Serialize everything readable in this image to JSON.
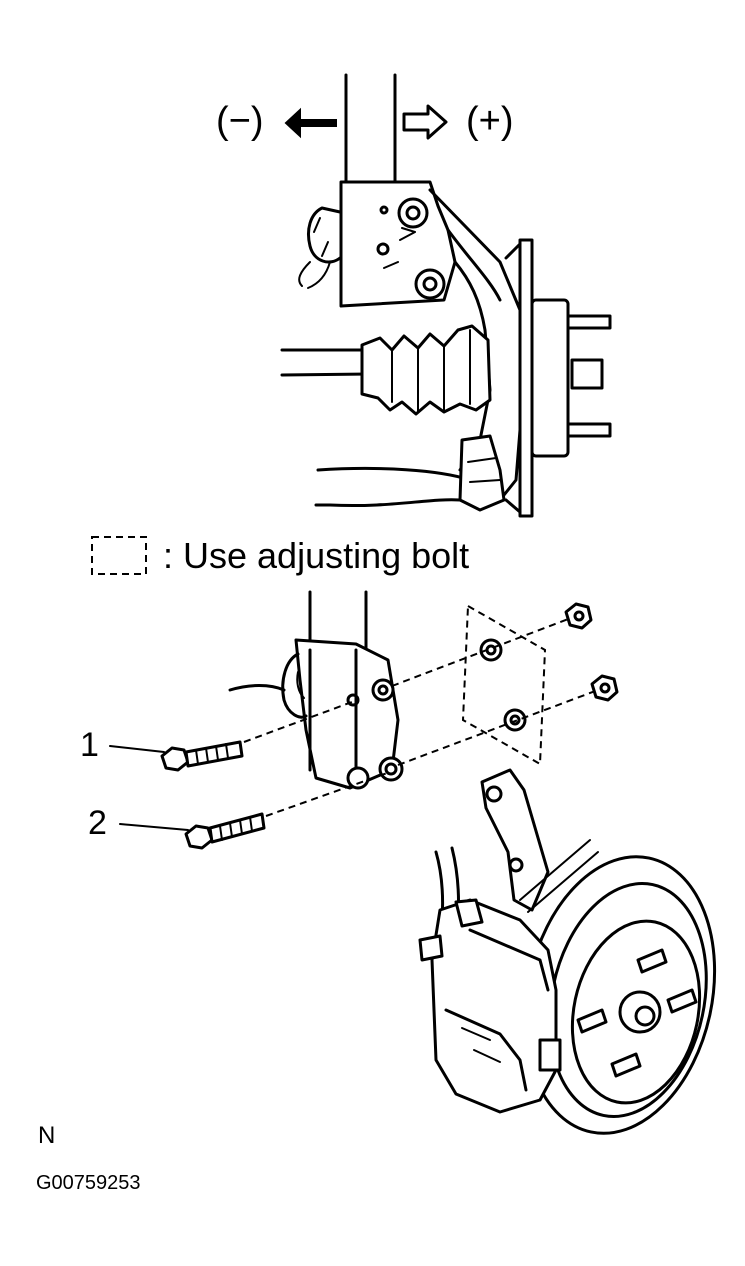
{
  "direction": {
    "minus_label": "(−)",
    "plus_label": "(+)"
  },
  "legend": {
    "text": ": Use adjusting bolt"
  },
  "callouts": {
    "bolt_1": "1",
    "bolt_2": "2"
  },
  "footer": {
    "orientation_mark": "N",
    "figure_code": "G00759253"
  },
  "icons": [
    "arrow-left-icon",
    "arrow-right-icon",
    "dashed-box-icon"
  ]
}
